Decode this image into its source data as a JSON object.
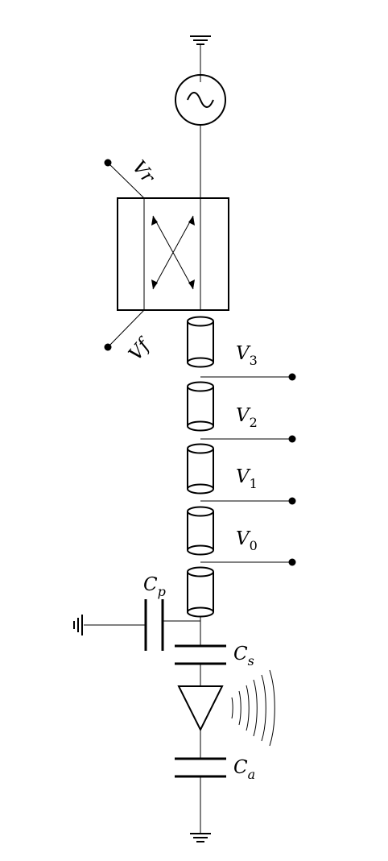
{
  "labels": {
    "vr": "Vr",
    "vf": "Vf",
    "v3": {
      "main": "V",
      "sub": "3"
    },
    "v2": {
      "main": "V",
      "sub": "2"
    },
    "v1": {
      "main": "V",
      "sub": "1"
    },
    "v0": {
      "main": "V",
      "sub": "0"
    },
    "cp": {
      "main": "C",
      "sub": "p"
    },
    "cs": {
      "main": "C",
      "sub": "s"
    },
    "ca": {
      "main": "C",
      "sub": "a"
    }
  },
  "colors": {
    "stroke": "#000000",
    "background": "#ffffff"
  },
  "icons": {
    "source": "ac-source-icon",
    "coupler": "directional-coupler-icon",
    "antenna": "antenna-icon",
    "ground": "ground-icon"
  }
}
